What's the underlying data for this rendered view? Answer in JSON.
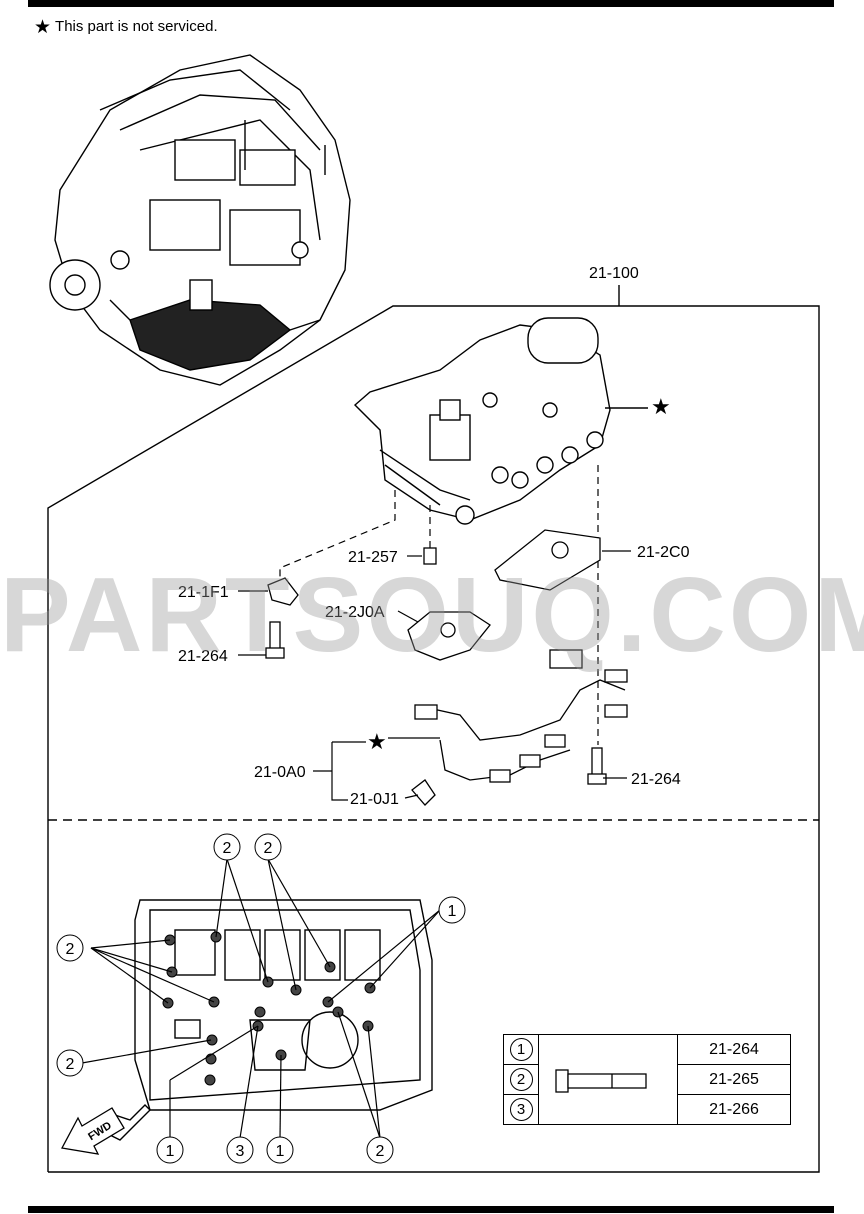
{
  "note": {
    "star": "★",
    "text": "This part is not serviced."
  },
  "parts": {
    "assembly": "21-100",
    "p257": "21-257",
    "p2c0": "21-2C0",
    "p1f1": "21-1F1",
    "p2j0a": "21-2J0A",
    "p264a": "21-264",
    "p0a0": "21-0A0",
    "p0j1": "21-0J1",
    "p264b": "21-264"
  },
  "callouts": [
    "1",
    "2",
    "3"
  ],
  "legend": [
    {
      "num": "1",
      "part": "21-264"
    },
    {
      "num": "2",
      "part": "21-265"
    },
    {
      "num": "3",
      "part": "21-266"
    }
  ],
  "fwd": "FWD",
  "watermark": "PARTSOUQ.COM"
}
